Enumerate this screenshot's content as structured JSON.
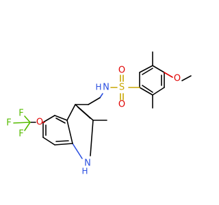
{
  "diagram": {
    "kind": "skeletal-structure",
    "colors": {
      "carbon_bond": "#000000",
      "oxygen": "#e00000",
      "nitrogen": "#2b4fe0",
      "sulfur": "#c8a600",
      "fluorine": "#55bb00"
    },
    "labels": {
      "o_methoxy": "O",
      "s_sulfonyl": "S",
      "o_sulfonyl_top": "O",
      "o_sulfonyl_bottom": "O",
      "n_amide": "N",
      "h_amide": "H",
      "o_ether": "O",
      "f_top": "F",
      "f_left": "F",
      "f_bottom": "F",
      "n_indole": "N",
      "h_indole": "H"
    }
  }
}
